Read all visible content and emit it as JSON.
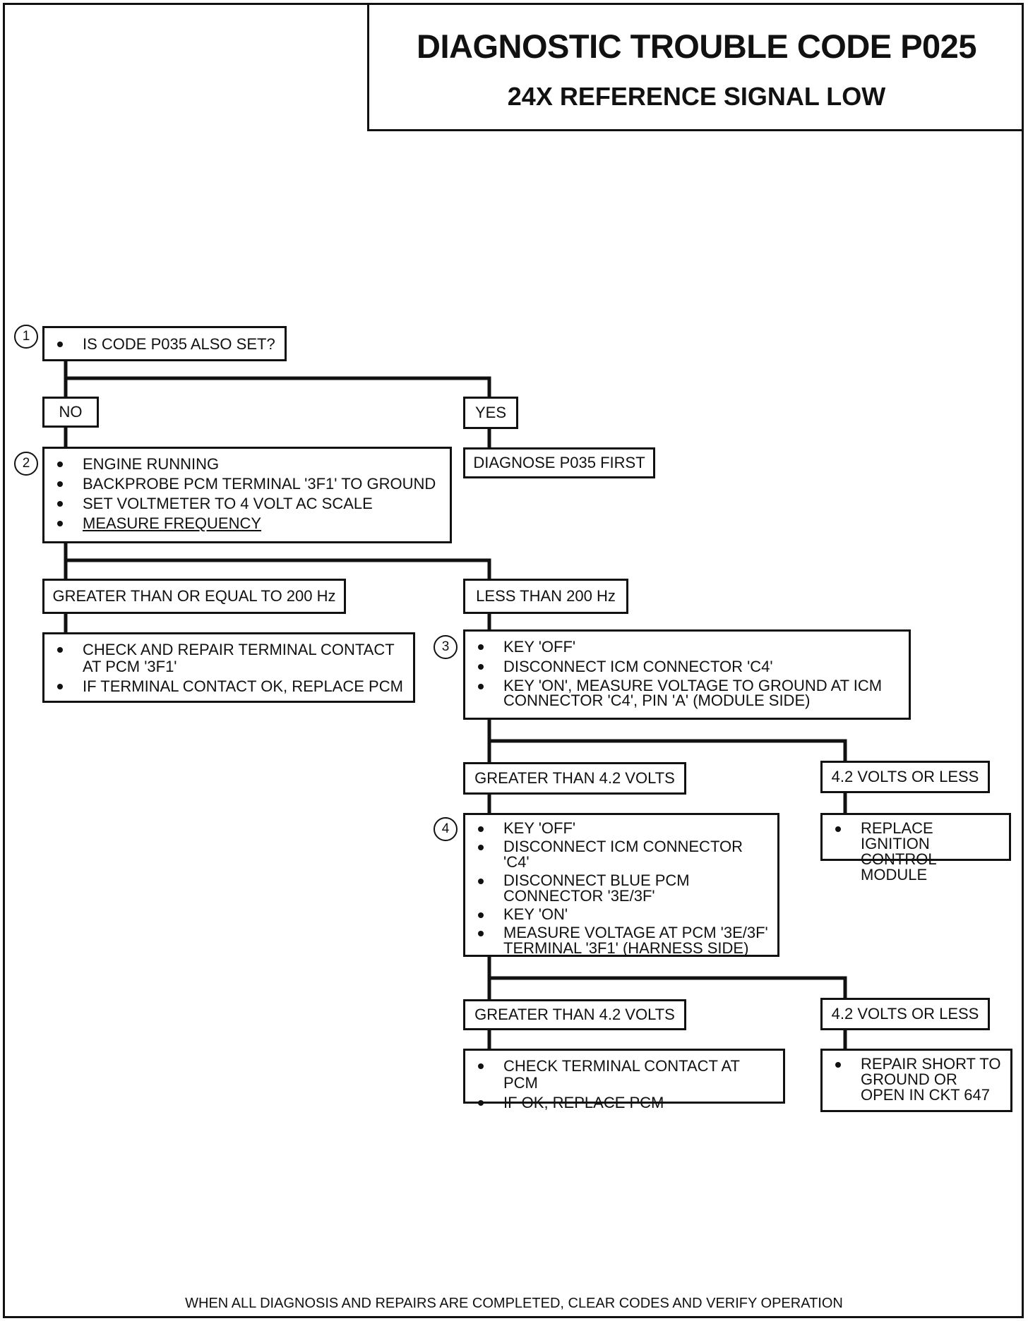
{
  "title": "DIAGNOSTIC TROUBLE CODE P025",
  "subtitle": "24X REFERENCE SIGNAL LOW",
  "steps": {
    "s1": {
      "num": "1",
      "items": [
        "IS CODE P035 ALSO SET?"
      ]
    },
    "s2": {
      "num": "2",
      "items": [
        "ENGINE RUNNING",
        "BACKPROBE PCM TERMINAL '3F1' TO GROUND",
        "SET VOLTMETER TO 4 VOLT AC SCALE",
        "MEASURE FREQUENCY"
      ]
    },
    "s3": {
      "num": "3",
      "items": [
        "KEY 'OFF'",
        "DISCONNECT ICM CONNECTOR 'C4'",
        "KEY 'ON', MEASURE VOLTAGE TO GROUND AT ICM CONNECTOR 'C4', PIN 'A' (MODULE SIDE)"
      ]
    },
    "s4": {
      "num": "4",
      "items": [
        "KEY 'OFF'",
        "DISCONNECT ICM CONNECTOR 'C4'",
        "DISCONNECT BLUE PCM CONNECTOR '3E/3F'",
        "KEY 'ON'",
        "MEASURE VOLTAGE AT PCM '3E/3F' TERMINAL '3F1' (HARNESS SIDE)"
      ]
    }
  },
  "branches": {
    "no": "NO",
    "yes": "YES",
    "gte200": "GREATER THAN OR EQUAL TO 200 Hz",
    "lt200": "LESS THAN 200 Hz",
    "gt42a": "GREATER THAN 4.2 VOLTS",
    "le42a": "4.2 VOLTS OR LESS",
    "gt42b": "GREATER THAN 4.2 VOLTS",
    "le42b": "4.2 VOLTS OR LESS"
  },
  "results": {
    "diagnose_first": "DIAGNOSE P035 FIRST",
    "check_repair": [
      "CHECK AND REPAIR TERMINAL CONTACT AT PCM '3F1'",
      "IF TERMINAL CONTACT OK, REPLACE PCM"
    ],
    "replace_icm": [
      "REPLACE IGNITION CONTROL MODULE"
    ],
    "check_terminal": [
      "CHECK TERMINAL CONTACT AT PCM",
      "IF OK, REPLACE PCM"
    ],
    "repair_short": [
      "REPAIR SHORT TO GROUND OR OPEN IN CKT 647"
    ]
  },
  "footer": "WHEN ALL DIAGNOSIS AND REPAIRS ARE COMPLETED, CLEAR CODES AND VERIFY OPERATION"
}
